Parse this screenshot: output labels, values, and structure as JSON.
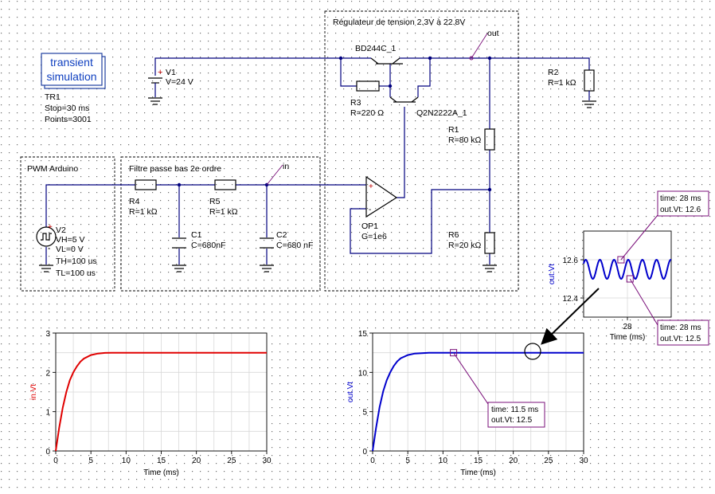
{
  "sim": {
    "title_l1": "transient",
    "title_l2": "simulation",
    "name": "TR1",
    "stop": "Stop=30 ms",
    "points": "Points=3001"
  },
  "components": {
    "v1_name": "V1",
    "v1_val": "V=24 V",
    "v2_name": "V2",
    "v2_vh": "VH=5 V",
    "v2_vl": "VL=0 V",
    "v2_th": "TH=100 us",
    "v2_tl": "TL=100 us",
    "r4_name": "R4",
    "r4_val": "R=1 kΩ",
    "r5_name": "R5",
    "r5_val": "R=1 kΩ",
    "c1_name": "C1",
    "c1_val": "C=680nF",
    "c2_name": "C2",
    "c2_val": "C=680 nF",
    "r3_name": "R3",
    "r3_val": "R=220 Ω",
    "bd_name": "BD244C_1",
    "q_name": "Q2N2222A_1",
    "r1_name": "R1",
    "r1_val": "R=80 kΩ",
    "r6_name": "R6",
    "r6_val": "R=20 kΩ",
    "r2_name": "R2",
    "r2_val": "R=1 kΩ",
    "op_name": "OP1",
    "op_val": "G=1e6",
    "in_label": "in",
    "out_label": "out"
  },
  "boxes": {
    "pwm": "PWM Arduino",
    "filter": "Filtre passe bas 2e ordre",
    "regulator": "Régulateur de tension 2.3V à 22.8V"
  },
  "colors": {
    "wire": "#00007f",
    "trace_in": "#e00000",
    "trace_out": "#0000cc",
    "marker": "#7a0f7a",
    "component": "#000000"
  },
  "chart_data": [
    {
      "type": "line",
      "title": "",
      "xlabel": "Time (ms)",
      "ylabel": "in.Vt",
      "xlim": [
        0,
        30
      ],
      "ylim": [
        0,
        3
      ],
      "xticks": [
        0,
        5,
        10,
        15,
        20,
        25,
        30
      ],
      "yticks": [
        0,
        1,
        2,
        3
      ],
      "grid": true,
      "series": [
        {
          "name": "in.Vt",
          "color": "#e00000",
          "x": [
            0,
            0.5,
            1,
            1.5,
            2,
            2.5,
            3,
            3.5,
            4,
            5,
            6,
            7,
            8,
            9,
            10,
            12,
            15,
            20,
            25,
            30
          ],
          "y": [
            0,
            0.6,
            1.1,
            1.5,
            1.8,
            2.0,
            2.15,
            2.27,
            2.35,
            2.44,
            2.48,
            2.495,
            2.5,
            2.5,
            2.5,
            2.5,
            2.5,
            2.5,
            2.5,
            2.5
          ]
        }
      ]
    },
    {
      "type": "line",
      "title": "",
      "xlabel": "Time (ms)",
      "ylabel": "out.Vt",
      "xlim": [
        0,
        30
      ],
      "ylim": [
        0,
        15
      ],
      "xticks": [
        0,
        5,
        10,
        15,
        20,
        25,
        30
      ],
      "yticks": [
        0,
        5,
        10,
        15
      ],
      "grid": true,
      "series": [
        {
          "name": "out.Vt",
          "color": "#0000cc",
          "x": [
            0,
            0.5,
            1,
            1.5,
            2,
            2.5,
            3,
            3.5,
            4,
            5,
            6,
            7,
            8,
            9,
            10,
            11.5,
            15,
            20,
            25,
            30
          ],
          "y": [
            0,
            3.0,
            5.6,
            7.6,
            9.0,
            10.0,
            10.8,
            11.4,
            11.8,
            12.2,
            12.4,
            12.45,
            12.5,
            12.5,
            12.5,
            12.5,
            12.5,
            12.5,
            12.5,
            12.5
          ]
        }
      ],
      "markers": [
        {
          "l1": "time: 11.5 ms",
          "l2": "out.Vt: 12.5"
        }
      ]
    },
    {
      "type": "line",
      "title": "",
      "xlabel": "Time (ms)",
      "ylabel": "out.Vt",
      "xlim": [
        26.3,
        29.7
      ],
      "ylim": [
        12.3,
        12.75
      ],
      "xticks": [
        28
      ],
      "yticks": [
        12.4,
        12.6
      ],
      "grid": true,
      "series": [
        {
          "name": "out.Vt",
          "color": "#0000cc",
          "center": 12.55,
          "amplitude": 0.05,
          "period_ms": 0.55
        }
      ],
      "markers": [
        {
          "l1": "time: 28 ms",
          "l2": "out.Vt: 12.6"
        },
        {
          "l1": "time: 28 ms",
          "l2": "out.Vt: 12.5"
        }
      ]
    }
  ]
}
